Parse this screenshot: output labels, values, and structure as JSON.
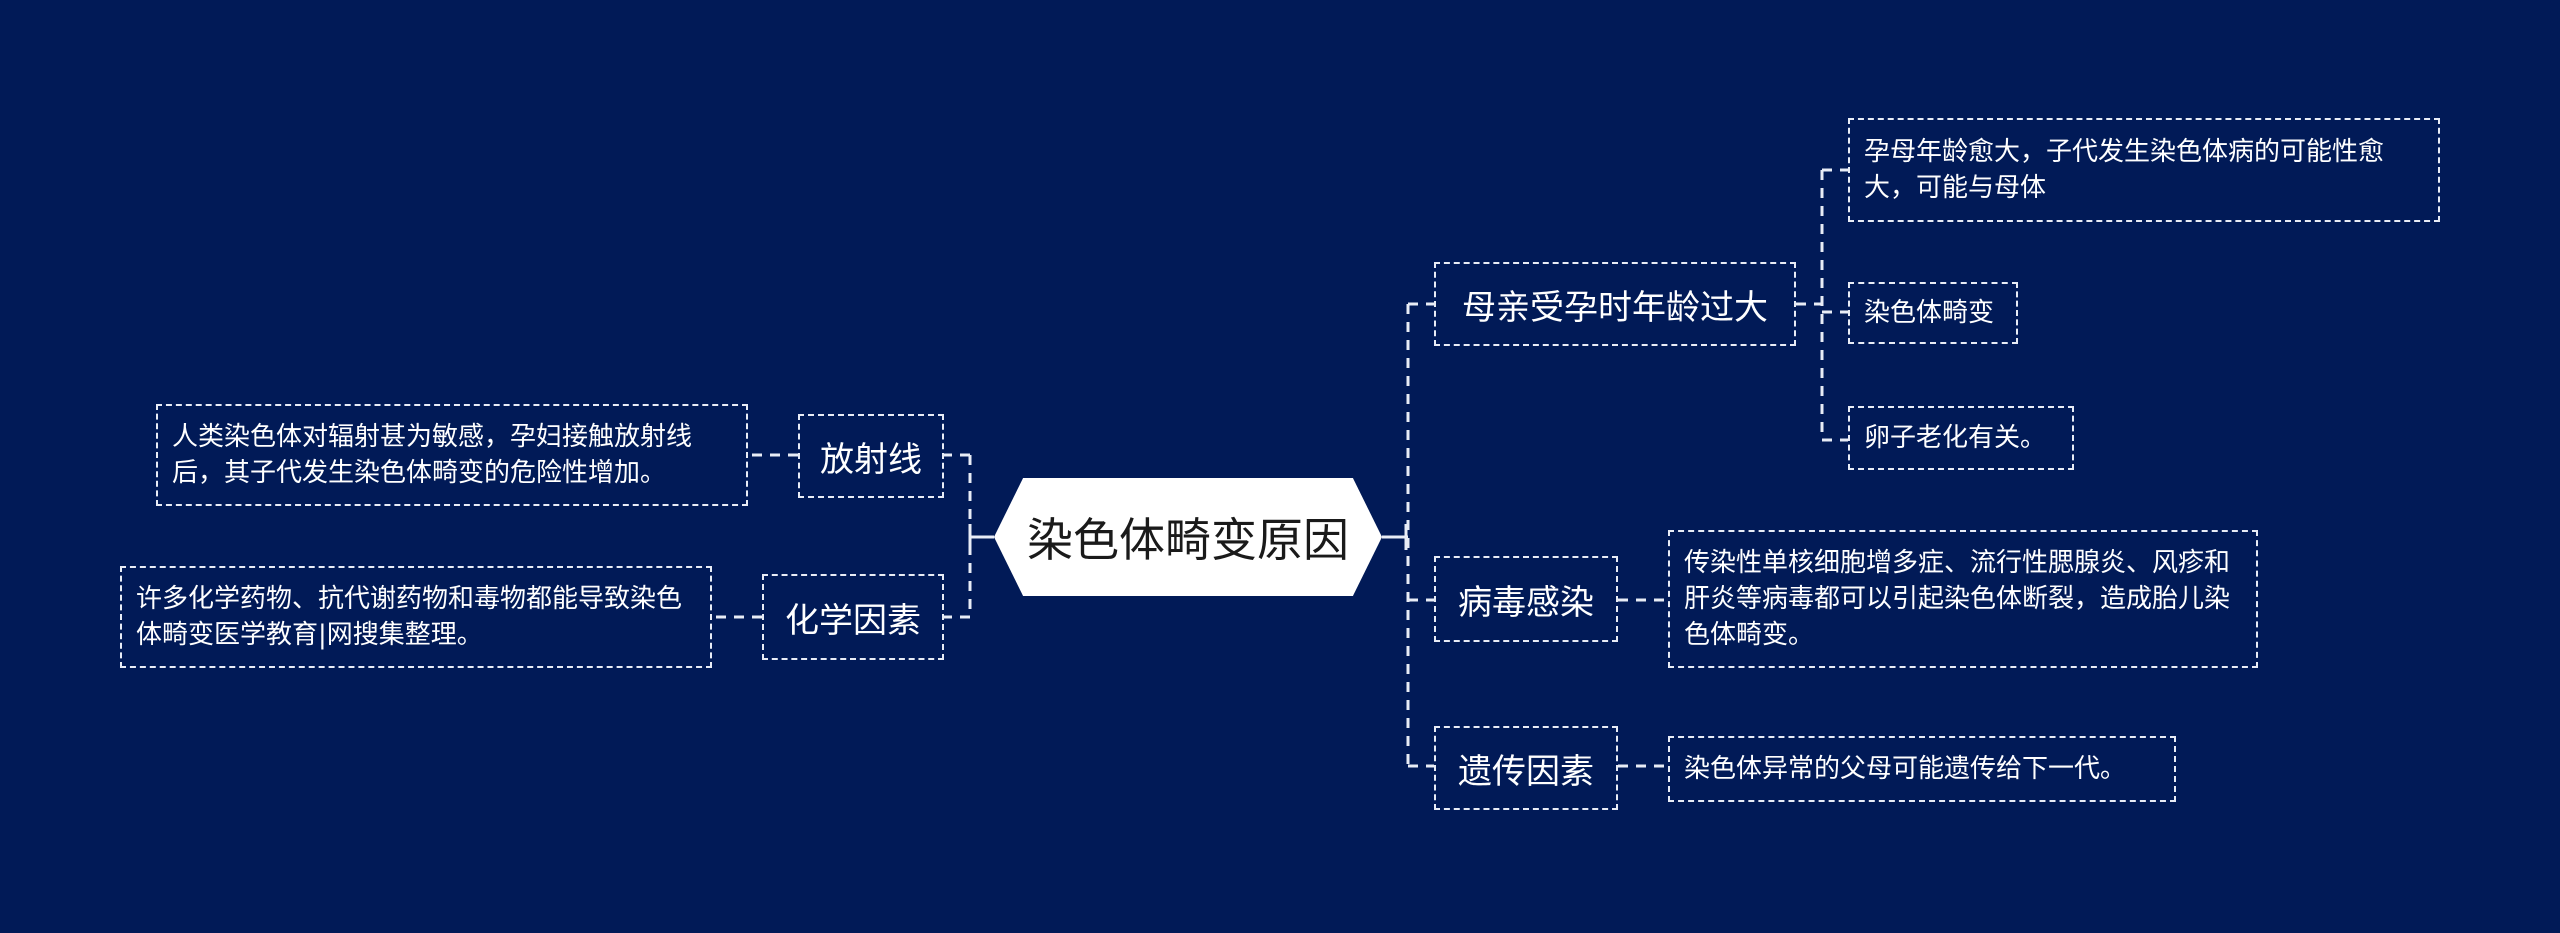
{
  "root": {
    "label": "染色体畸变原因"
  },
  "branches": [
    {
      "label": "母亲受孕时年龄过大",
      "leaves": [
        "孕母年龄愈大，子代发生染色体病的可能性愈大，可能与母体",
        "染色体畸变",
        "卵子老化有关。"
      ]
    },
    {
      "label": "病毒感染",
      "leaves": [
        "传染性单核细胞增多症、流行性腮腺炎、风疹和肝炎等病毒都可以引起染色体断裂，造成胎儿染色体畸变。"
      ]
    },
    {
      "label": "遗传因素",
      "leaves": [
        "染色体异常的父母可能遗传给下一代。"
      ]
    },
    {
      "label": "放射线",
      "leaves": [
        "人类染色体对辐射甚为敏感，孕妇接触放射线后，其子代发生染色体畸变的危险性增加。"
      ]
    },
    {
      "label": "化学因素",
      "leaves": [
        "许多化学药物、抗代谢药物和毒物都能导致染色体畸变医学教育|网搜集整理。"
      ]
    }
  ],
  "colors": {
    "background": "#011a57",
    "line": "#e8ecf6",
    "root_fill": "#ffffff"
  }
}
